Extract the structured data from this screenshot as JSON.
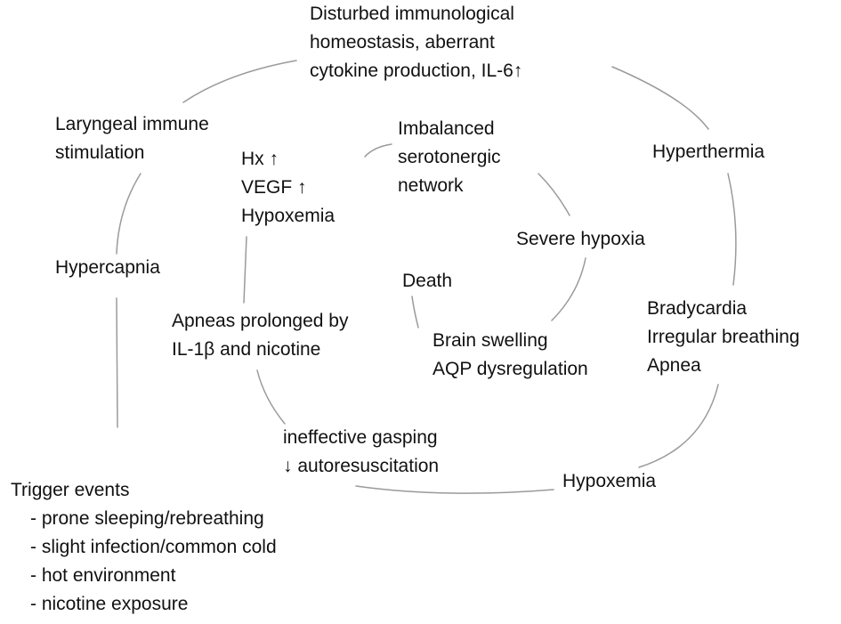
{
  "nodes": {
    "immunological": [
      "Disturbed immunological",
      "homeostasis, aberrant",
      "cytokine production, IL-6↑"
    ],
    "laryngeal": [
      "Laryngeal immune",
      "stimulation"
    ],
    "hypercapnia": [
      "Hypercapnia"
    ],
    "hyperthermia": [
      "Hyperthermia"
    ],
    "bradycardia": [
      "Bradycardia",
      "Irregular breathing",
      "Apnea"
    ],
    "hypoxemia_outer": [
      "Hypoxemia"
    ],
    "gasping": [
      "ineffective gasping",
      "↓ autoresuscitation"
    ],
    "apneas_prolonged": [
      "Apneas prolonged by",
      "IL-1β and nicotine"
    ],
    "hx_vegf": [
      "Hx ↑",
      "VEGF ↑",
      "Hypoxemia"
    ],
    "serotonergic": [
      "Imbalanced",
      "serotonergic",
      "network"
    ],
    "severe_hypoxia": [
      "Severe hypoxia"
    ],
    "brain_swelling": [
      "Brain swelling",
      "AQP dysregulation"
    ],
    "death": [
      "Death"
    ]
  },
  "trigger": {
    "title": "Trigger events",
    "items": [
      "- prone sleeping/rebreathing",
      "- slight infection/common cold",
      "- hot environment",
      "- nicotine exposure"
    ]
  },
  "colors": {
    "text": "#111111",
    "line": "#9a9a9a",
    "background": "#ffffff"
  }
}
